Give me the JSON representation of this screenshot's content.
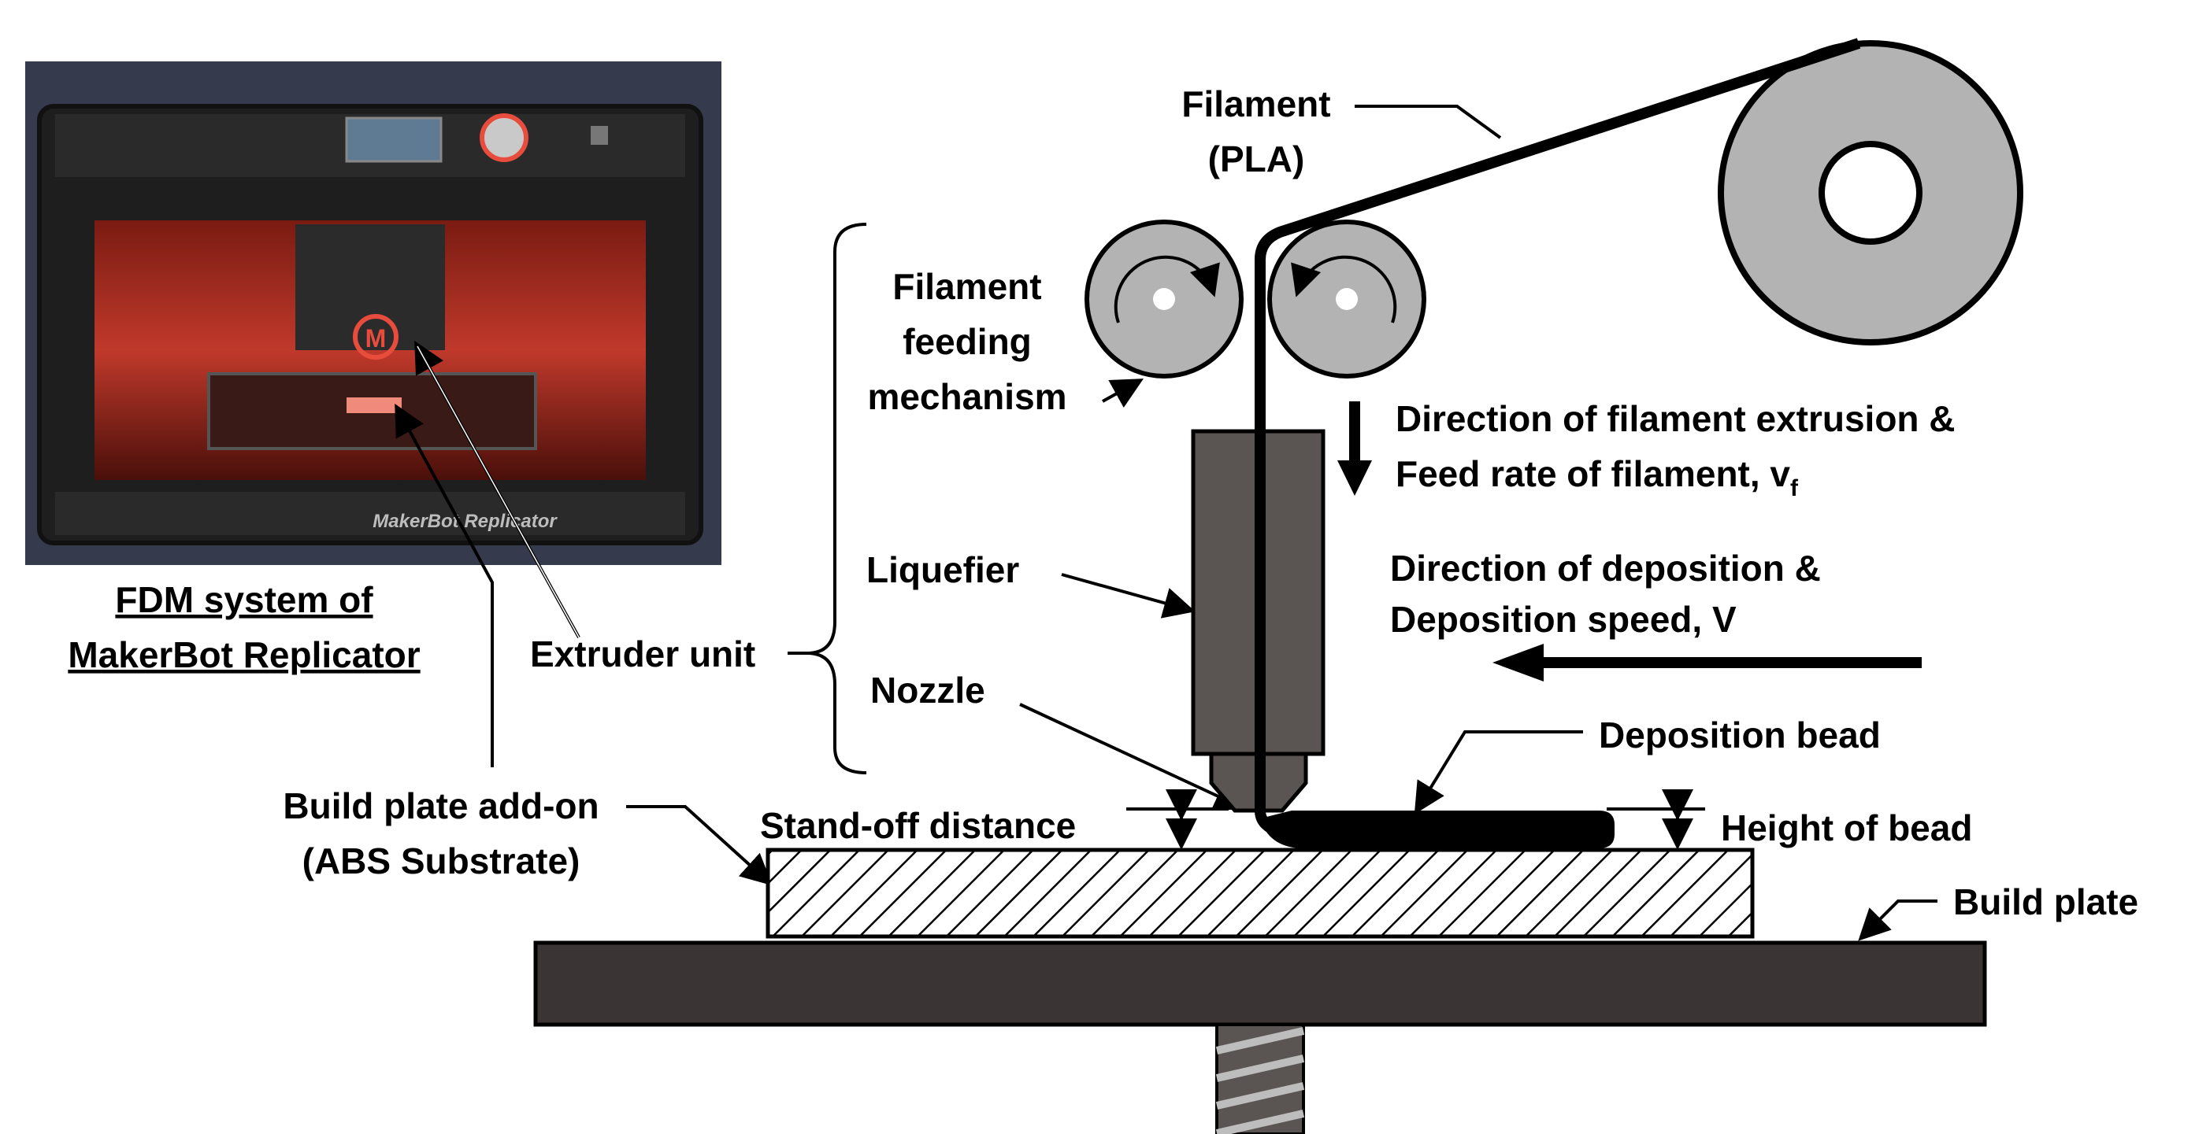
{
  "photo": {
    "caption_line1": "FDM system of",
    "caption_line2": "MakerBot Replicator",
    "brand_text": "MakerBot Replicator"
  },
  "labels": {
    "extruder_unit": "Extruder unit",
    "build_plate_addon_line1": "Build plate add-on",
    "build_plate_addon_line2": "(ABS Substrate)",
    "filament_line1": "Filament",
    "filament_line2": "(PLA)",
    "feeding_line1": "Filament",
    "feeding_line2": "feeding",
    "feeding_line3": "mechanism",
    "liquefier": "Liquefier",
    "nozzle": "Nozzle",
    "extrusion_dir_line1": "Direction of filament extrusion &",
    "extrusion_dir_line2": "Feed rate of filament, v",
    "extrusion_dir_subscript": "f",
    "deposition_dir_line1": "Direction of deposition &",
    "deposition_dir_line2": "Deposition speed, V",
    "deposition_bead": "Deposition bead",
    "standoff_distance": "Stand-off distance",
    "height_of_bead": "Height of bead",
    "build_plate": "Build plate"
  },
  "colors": {
    "roller_fill": "#b3b3b3",
    "spool_fill": "#b3b3b3",
    "liquefier_fill": "#5a5452",
    "build_plate_fill": "#3a3534",
    "printer_body": "#262626",
    "printer_glow": "#c0392b"
  }
}
